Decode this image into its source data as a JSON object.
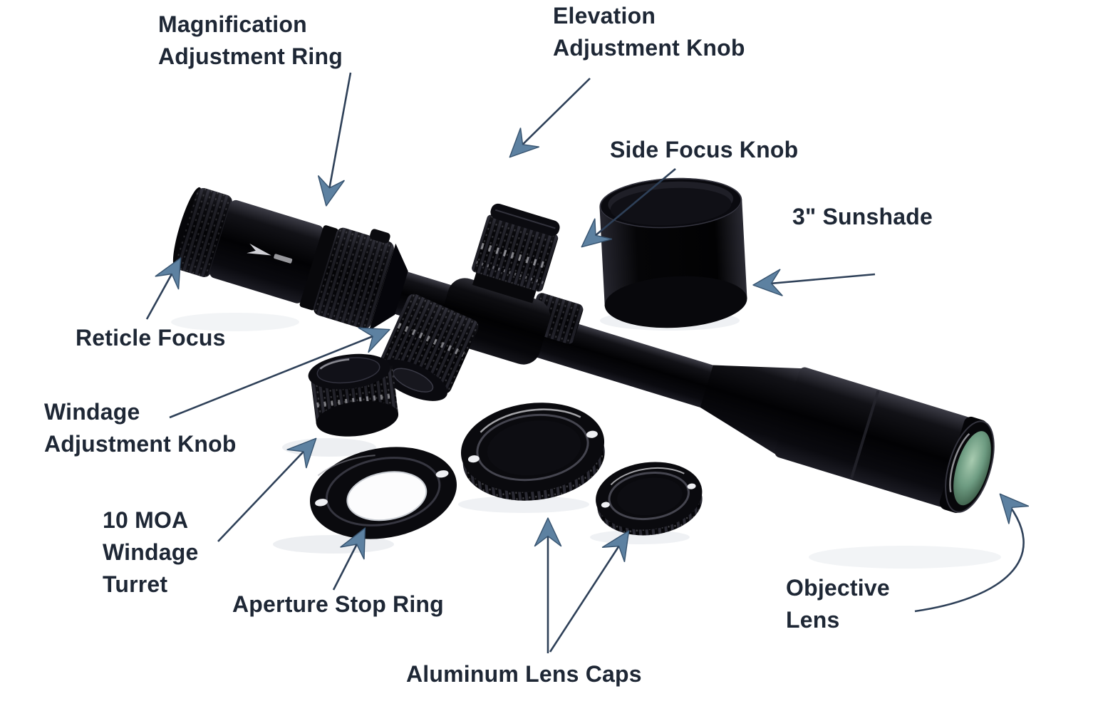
{
  "figure": {
    "kind": "riflescope-parts-diagram",
    "colors": {
      "background": "#ffffff",
      "label_text": "#1e2735",
      "arrow_shaft": "#2e4058",
      "arrowhead": "#5d81a1",
      "scope_black": "#0a0a0d",
      "lens_green": "#6e9c82"
    }
  },
  "labels": [
    {
      "name": "magnification-adjustment-ring",
      "lines": [
        "Magnification",
        "Adjustment Ring"
      ]
    },
    {
      "name": "elevation-adjustment-knob",
      "lines": [
        "Elevation",
        "Adjustment Knob"
      ]
    },
    {
      "name": "side-focus-knob",
      "lines": [
        "Side Focus Knob"
      ]
    },
    {
      "name": "sunshade",
      "lines": [
        "3\" Sunshade"
      ]
    },
    {
      "name": "reticle-focus",
      "lines": [
        "Reticle Focus"
      ]
    },
    {
      "name": "windage-adjustment-knob",
      "lines": [
        "Windage",
        "Adjustment Knob"
      ]
    },
    {
      "name": "moa-windage-turret",
      "lines": [
        "10 MOA",
        "Windage",
        "Turret"
      ]
    },
    {
      "name": "aperture-stop-ring",
      "lines": [
        "Aperture Stop Ring"
      ]
    },
    {
      "name": "aluminum-lens-caps",
      "lines": [
        "Aluminum Lens Caps"
      ]
    },
    {
      "name": "objective-lens",
      "lines": [
        "Objective",
        "Lens"
      ]
    }
  ]
}
